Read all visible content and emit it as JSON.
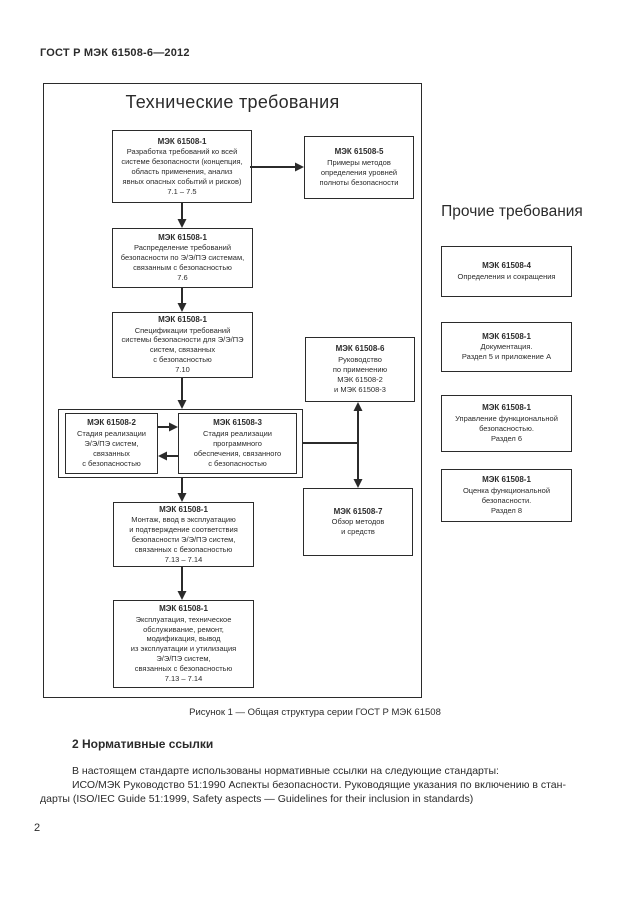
{
  "page": {
    "header": "ГОСТ Р МЭК 61508-6—2012",
    "page_number": "2"
  },
  "figure": {
    "frame_title": "Технические требования",
    "right_heading": "Прочие требования",
    "caption": "Рисунок 1 — Общая структура серии ГОСТ Р МЭК 61508",
    "boxes": {
      "dev": {
        "title": "МЭК 61508-1",
        "body": "Разработка требований ко всей\nсистеме безопасности (концепция,\nобласть применения, анализ\nявных опасных событий и рисков)\n7.1 – 7.5"
      },
      "sil": {
        "title": "МЭК 61508-5",
        "body": "Примеры методов\nопределения уровней\nполноты безопасности"
      },
      "alloc": {
        "title": "МЭК 61508-1",
        "body": "Распределение требований\nбезопасности по Э/Э/ПЭ системам,\nсвязанным с безопасностью\n7.6"
      },
      "spec": {
        "title": "МЭК 61508-1",
        "body": "Спецификации требований\nсистемы безопасности для Э/Э/ПЭ\nсистем, связанных\nс безопасностью\n7.10"
      },
      "guide6": {
        "title": "МЭК 61508-6",
        "body": "Руководство\nпо применению\nМЭК 61508-2\nи МЭК 61508-3"
      },
      "real2": {
        "title": "МЭК 61508-2",
        "body": "Стадия реализации\nЭ/Э/ПЭ систем,\nсвязанных\nс безопасностью"
      },
      "real3": {
        "title": "МЭК 61508-3",
        "body": "Стадия реализации\nпрограммного\nобеспечения, связанного\nс безопасностью"
      },
      "guide7": {
        "title": "МЭК 61508-7",
        "body": "Обзор методов\nи средств"
      },
      "install": {
        "title": "МЭК 61508-1",
        "body": "Монтаж, ввод в эксплуатацию\nи подтверждение соответствия\nбезопасности Э/Э/ПЭ систем,\nсвязанных с безопасностью\n7.13 – 7.14"
      },
      "oper": {
        "title": "МЭК 61508-1",
        "body": "Эксплуатация, техническое\nобслуживание, ремонт,\nмодификация, вывод\nиз эксплуатации и утилизация\nЭ/Э/ПЭ систем,\nсвязанных с безопасностью\n7.13 – 7.14"
      },
      "defs": {
        "title": "МЭК 61508-4",
        "body": "Определения и сокращения"
      },
      "doc": {
        "title": "МЭК 61508-1",
        "body": "Документация.\nРаздел 5 и приложение А"
      },
      "mgmt": {
        "title": "МЭК 61508-1",
        "body": "Управление функциональной\nбезопасностью.\nРаздел 6"
      },
      "assess": {
        "title": "МЭК 61508-1",
        "body": "Оценка функциональной\nбезопасности.\nРаздел 8"
      }
    }
  },
  "section": {
    "heading": "2 Нормативные ссылки",
    "para_line1": "В настоящем стандарте использованы нормативные ссылки на следующие стандарты:",
    "para_line2": "ИСО/МЭК Руководство 51:1990 Аспекты безопасности. Руководящие указания по включению в стан-",
    "para_line3": "дарты (ISO/IEC Guide 51:1999, Safety aspects — Guidelines for their inclusion in standards)"
  },
  "colors": {
    "ink": "#2b2b2b",
    "paper": "#ffffff"
  }
}
